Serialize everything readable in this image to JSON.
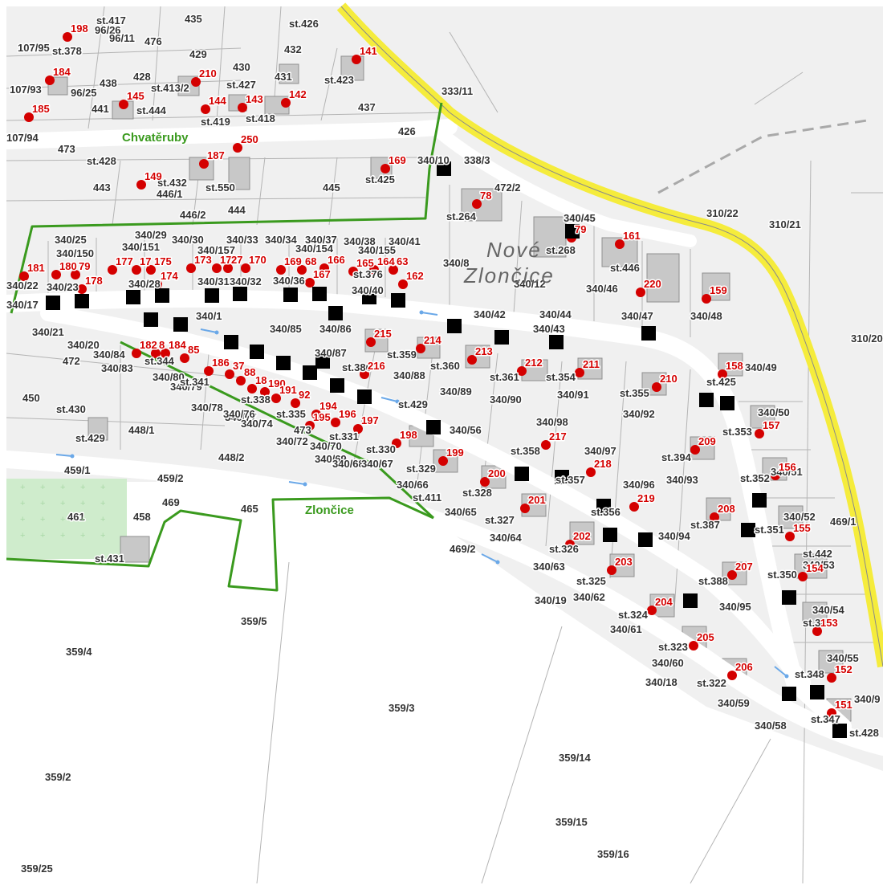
{
  "colors": {
    "background": "#f0f0f0",
    "parcel_line": "#b4b4b4",
    "building": "#c8c8c8",
    "road": "#ffffff",
    "highway": "#f5ec3c",
    "boundary": "#3a9a1e",
    "address_point": "#d40000",
    "marker": "#000000",
    "arrow": "#6aa8e8",
    "meadow": "#cfeccc"
  },
  "place_names": [
    "Chvatěruby",
    "Zlončice"
  ],
  "district_name": [
    "Nové",
    "Zlončice"
  ],
  "parcel_labels": [
    "st.417",
    "435",
    "st.426",
    "96/26",
    "96/11",
    "476",
    "107/95",
    "st.378",
    "429",
    "432",
    "430",
    "431",
    "438",
    "428",
    "st.413/2",
    "st.427",
    "st.423",
    "107/93",
    "96/25",
    "st.444",
    "st.419",
    "st.418",
    "437",
    "333/11",
    "107/94",
    "441",
    "426",
    "473",
    "st.428",
    "st.432",
    "446/1",
    "st.550",
    "st.425",
    "340/10",
    "338/3",
    "443",
    "445",
    "472/2",
    "446/2",
    "444",
    "st.264",
    "340/45",
    "310/22",
    "310/21",
    "340/25",
    "340/29",
    "340/30",
    "340/33",
    "340/34",
    "340/37",
    "340/38",
    "340/41",
    "340/150",
    "340/151",
    "340/157",
    "340/154",
    "340/155",
    "st.268",
    "340/8",
    "340/12",
    "st.446",
    "340/46",
    "340/22",
    "340/23",
    "340/28",
    "340/31",
    "340/32",
    "340/36",
    "340/40",
    "340/17",
    "st.376",
    "340/42",
    "340/44",
    "340/43",
    "340/47",
    "340/48",
    "310/20",
    "340/1",
    "340/21",
    "340/85",
    "340/86",
    "340/87",
    "st.386",
    "st.359",
    "st.360",
    "340/20",
    "340/84",
    "340/83",
    "st.344",
    "472",
    "340/80",
    "340/79",
    "st.341",
    "st.338",
    "st.335",
    "340/88",
    "340/89",
    "st.361",
    "st.354",
    "340/91",
    "st.355",
    "340/92",
    "st.425",
    "340/49",
    "450",
    "st.430",
    "340/77",
    "340/78",
    "340/76",
    "340/74",
    "st.429",
    "340/90",
    "340/98",
    "340/50",
    "st.353",
    "st.429",
    "448/1",
    "340/72",
    "473",
    "340/70",
    "st.331",
    "st.330",
    "340/56",
    "st.358",
    "340/97",
    "st.394",
    "st.352",
    "340/51",
    "448/2",
    "340/69",
    "340/68",
    "340/67",
    "st.329",
    "340/66",
    "st.328",
    "st.357",
    "340/96",
    "340/93",
    "459/1",
    "459/2",
    "469",
    "465",
    "st.411",
    "340/65",
    "st.327",
    "st.356",
    "st.387",
    "340/52",
    "469/1",
    "461",
    "458",
    "340/64",
    "340/94",
    "st.351",
    "469/2",
    "st.326",
    "st.431",
    "st.442",
    "340/53",
    "st.388",
    "st.350",
    "st.325",
    "340/63",
    "340/62",
    "340/19",
    "340/95",
    "359/5",
    "340/54",
    "st.324",
    "340/61",
    "st.349",
    "359/4",
    "st.323",
    "340/60",
    "st.322",
    "340/55",
    "st.348",
    "340/18",
    "340/59",
    "340/9",
    "359/3",
    "st.347",
    "340/58",
    "st.428",
    "359/14",
    "359/2",
    "359/15",
    "359/16",
    "359/25"
  ],
  "address_labels": [
    "198",
    "141",
    "184",
    "210",
    "185",
    "145",
    "144",
    "143",
    "142",
    "250",
    "187",
    "149",
    "169",
    "78",
    "79",
    "161",
    "181",
    "180",
    "79",
    "178",
    "177",
    "17",
    "175",
    "174",
    "173",
    "172",
    "27",
    "170",
    "169",
    "68",
    "166",
    "165",
    "164",
    "63",
    "167",
    "162",
    "220",
    "159",
    "215",
    "214",
    "213",
    "212",
    "211",
    "182",
    "8",
    "184",
    "85",
    "186",
    "37",
    "88",
    "18",
    "190",
    "191",
    "92",
    "194",
    "195",
    "196",
    "197",
    "216",
    "210",
    "158",
    "157",
    "209",
    "217",
    "198",
    "199",
    "200",
    "218",
    "156",
    "201",
    "219",
    "208",
    "155",
    "202",
    "203",
    "207",
    "154",
    "204",
    "153",
    "205",
    "152",
    "206",
    "151"
  ]
}
